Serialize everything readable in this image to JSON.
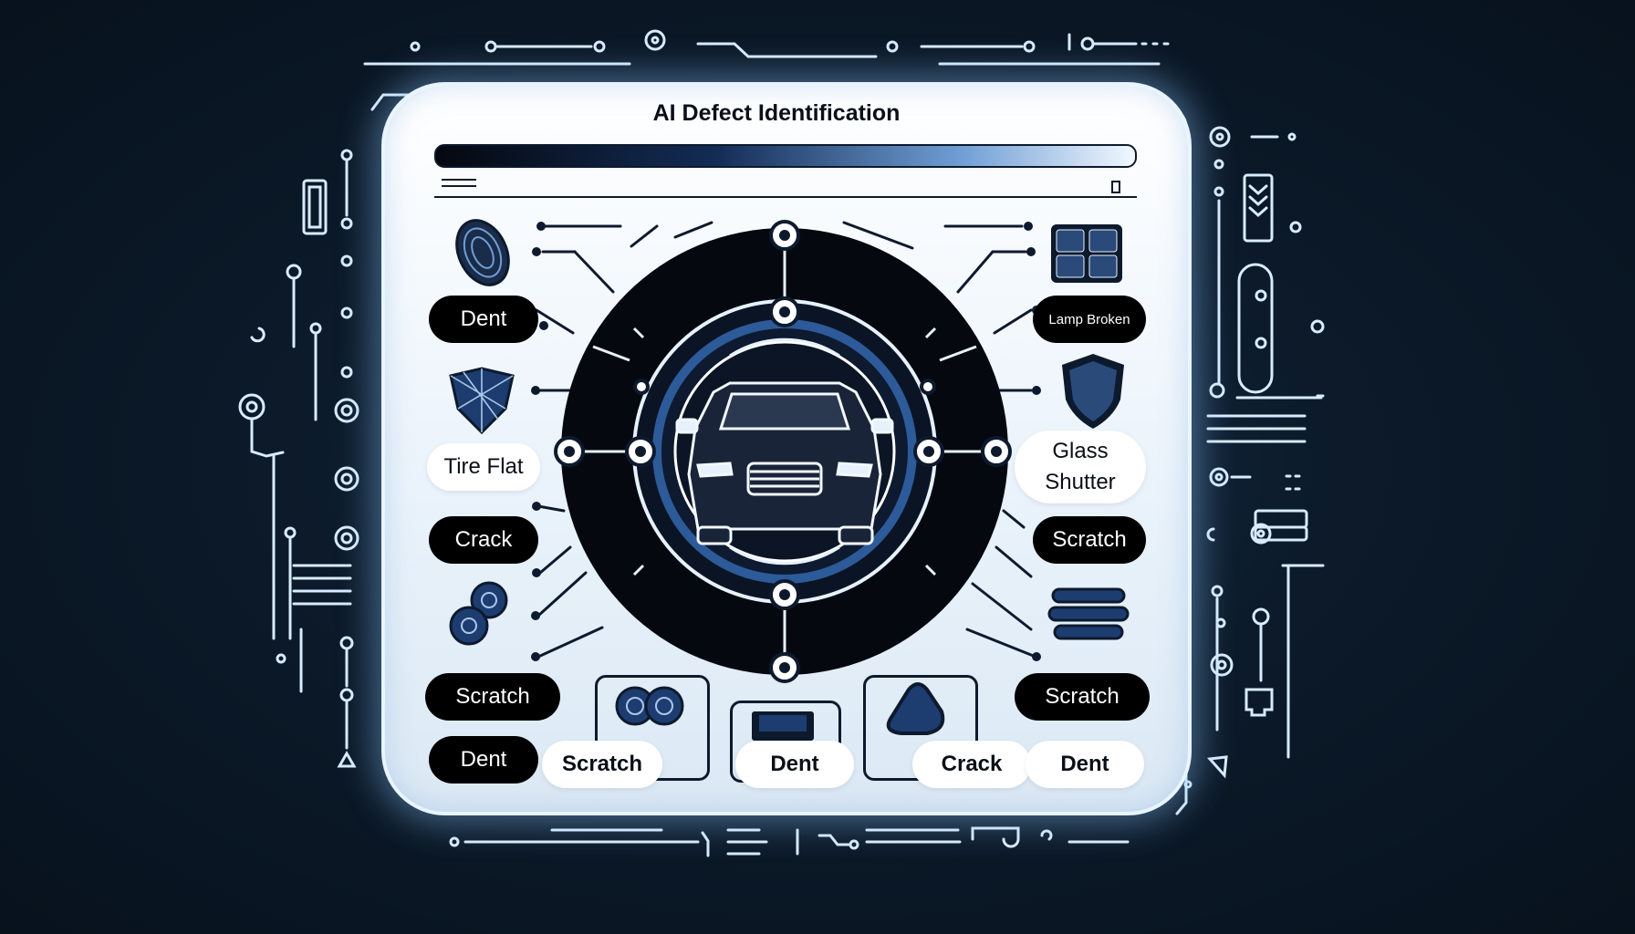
{
  "window": {
    "title": "AI Defect Identification"
  },
  "progress": {
    "value": 1.0
  },
  "labels": {
    "dent_top_left": "Dent",
    "lamp_broken": "Lamp Broken",
    "tire_flat": "Tire Flat",
    "glass_shutter_line1": "Glass",
    "glass_shutter_line2": "Shutter",
    "crack_left": "Crack",
    "scratch_right": "Scratch",
    "scratch_bottom_left": "Scratch",
    "scratch_bottom_right": "Scratch",
    "dent_bottom_left": "Dent",
    "scratch_bottom_tile": "Scratch",
    "dent_bottom_tile": "Dent",
    "crack_bottom_tile": "Crack",
    "dent_bottom_right": "Dent"
  },
  "icons": {
    "dent_top_left": "dent-icon",
    "lamp_broken": "grid-lamp-icon",
    "tire_flat": "shield-cracked-icon",
    "glass_shutter": "shield-icon",
    "scratch_left": "tire-cluster-icon",
    "scratch_right": "stacked-layers-icon",
    "center": "car-icon"
  },
  "colors": {
    "accent": "#6fb7ff",
    "panel_bg": "#eaf3fb",
    "dark": "#000000",
    "navy": "#0d1a2e",
    "page_bg": "#0c1a2a"
  }
}
